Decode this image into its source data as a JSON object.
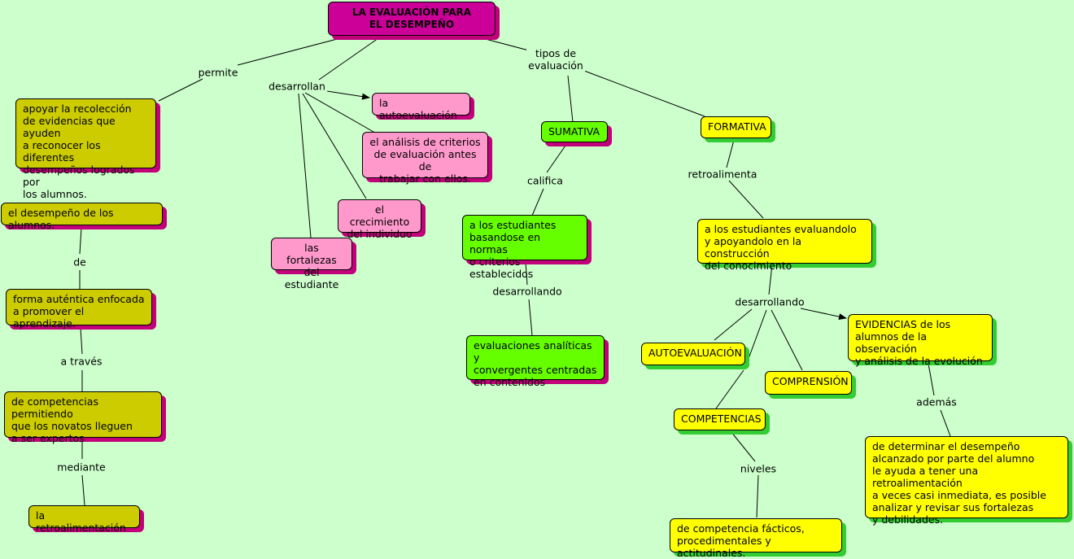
{
  "root": "LA EVALUACIÓN PARA\nEL DESEMPEÑO",
  "links": {
    "permite": "permite",
    "desarrollan": "desarrollan",
    "tipos": "tipos de\nevaluación",
    "de": "de",
    "a_traves": "a través",
    "mediante": "mediante",
    "califica": "califica",
    "desarrollando_sum": "desarrollando",
    "retroalimenta": "retroalimenta",
    "desarrollando_form": "desarrollando",
    "niveles": "niveles",
    "ademas": "además"
  },
  "concepts": {
    "apoyar": "apoyar la recolección\nde evidencias que ayuden\na reconocer los diferentes\ndesempeños logrados por\nlos alumnos.",
    "desempeno_alumnos": "el desempeño de los alumnos.",
    "forma_autentica": "forma auténtica enfocada\na promover el aprendizaje.",
    "competencias_novatos": "de competencias permitiendo\nque los novatos lleguen\n a ser expertos",
    "retroalimentacion": "la retroalimentación",
    "autoevaluacion_pink": "la autoevaluación",
    "analisis_criterios": "el análisis de criterios\nde evaluación antes de\ntrabajar con ellos.",
    "crecimiento": "el crecimiento\ndel individuo",
    "fortalezas": "las fortalezas\ndel estudiante",
    "sumativa": "SUMATIVA",
    "estudiantes_normas": "a los estudiantes\nbasandose en normas\no criterios establecidos",
    "evaluaciones_analiticas": "evaluaciones analíticas y\nconvergentes centradas\nen contenidos",
    "formativa": "FORMATIVA",
    "estudiantes_evaluando": "a los estudiantes evaluandolo\ny apoyandolo en la construcción\ndel conocimiento",
    "autoevaluacion_caps": "AUTOEVALUACIÓN",
    "comprension": "COMPRENSIÓN",
    "competencias_caps": "COMPETENCIAS",
    "evidencias": "EVIDENCIAS de los\nalumnos de la observación\ny análisis de la evolución",
    "competencia_facticos": "de competencia fácticos,\nprocedimentales y actitudinales.",
    "determinar": "de determinar el desempeño\nalcanzado por parte del alumno\nle ayuda a tener una retroalimentación\na veces casi inmediata,  es posible\nanalizar y revisar sus fortalezas\ny debilidades."
  },
  "colors": {
    "background": "#ccffcc",
    "root": "#cc0099",
    "olive": "#cccc00",
    "pink": "#ff99cc",
    "green": "#66ff00",
    "yellow": "#ffff00",
    "shadow_magenta": "#c2007a",
    "shadow_green": "#33cc33"
  }
}
